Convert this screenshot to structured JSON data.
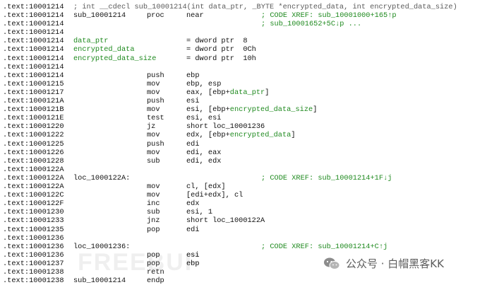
{
  "header_comment": "; int __cdecl sub_10001214(int data_ptr, _BYTE *encrypted_data, int encrypted_data_size)",
  "lines": [
    {
      "addr": ".text:10001214",
      "label": "sub_10001214",
      "mnem": "proc",
      "ops": "near",
      "cmt": "; CODE XREF: sub_10001000+165↑p"
    },
    {
      "addr": ".text:10001214",
      "label": "",
      "mnem": "",
      "ops": "",
      "cmt": "; sub_10001652+5C↓p ..."
    },
    {
      "addr": ".text:10001214",
      "label": "",
      "mnem": "",
      "ops": "",
      "cmt": ""
    },
    {
      "addr": ".text:10001214",
      "label": "data_ptr",
      "mnem": "",
      "ops": "= dword ptr  8",
      "cmt": ""
    },
    {
      "addr": ".text:10001214",
      "label": "encrypted_data",
      "mnem": "",
      "ops": "= dword ptr  0Ch",
      "cmt": ""
    },
    {
      "addr": ".text:10001214",
      "label": "encrypted_data_size",
      "mnem": "",
      "ops": "= dword ptr  10h",
      "cmt": ""
    },
    {
      "addr": ".text:10001214",
      "label": "",
      "mnem": "",
      "ops": "",
      "cmt": ""
    },
    {
      "addr": ".text:10001214",
      "label": "",
      "mnem": "push",
      "ops": "ebp",
      "cmt": ""
    },
    {
      "addr": ".text:10001215",
      "label": "",
      "mnem": "mov",
      "ops": "ebp, esp",
      "cmt": ""
    },
    {
      "addr": ".text:10001217",
      "label": "",
      "mnem": "mov",
      "ops": "eax, [ebp+data_ptr]",
      "cmt": ""
    },
    {
      "addr": ".text:1000121A",
      "label": "",
      "mnem": "push",
      "ops": "esi",
      "cmt": ""
    },
    {
      "addr": ".text:1000121B",
      "label": "",
      "mnem": "mov",
      "ops": "esi, [ebp+encrypted_data_size]",
      "cmt": ""
    },
    {
      "addr": ".text:1000121E",
      "label": "",
      "mnem": "test",
      "ops": "esi, esi",
      "cmt": ""
    },
    {
      "addr": ".text:10001220",
      "label": "",
      "mnem": "jz",
      "ops": "short loc_10001236",
      "cmt": ""
    },
    {
      "addr": ".text:10001222",
      "label": "",
      "mnem": "mov",
      "ops": "edx, [ebp+encrypted_data]",
      "cmt": ""
    },
    {
      "addr": ".text:10001225",
      "label": "",
      "mnem": "push",
      "ops": "edi",
      "cmt": ""
    },
    {
      "addr": ".text:10001226",
      "label": "",
      "mnem": "mov",
      "ops": "edi, eax",
      "cmt": ""
    },
    {
      "addr": ".text:10001228",
      "label": "",
      "mnem": "sub",
      "ops": "edi, edx",
      "cmt": ""
    },
    {
      "addr": ".text:1000122A",
      "label": "",
      "mnem": "",
      "ops": "",
      "cmt": ""
    },
    {
      "addr": ".text:1000122A",
      "label": "loc_1000122A:",
      "mnem": "",
      "ops": "",
      "cmt": "; CODE XREF: sub_10001214+1F↓j"
    },
    {
      "addr": ".text:1000122A",
      "label": "",
      "mnem": "mov",
      "ops": "cl, [edx]",
      "cmt": ""
    },
    {
      "addr": ".text:1000122C",
      "label": "",
      "mnem": "mov",
      "ops": "[edi+edx], cl",
      "cmt": ""
    },
    {
      "addr": ".text:1000122F",
      "label": "",
      "mnem": "inc",
      "ops": "edx",
      "cmt": ""
    },
    {
      "addr": ".text:10001230",
      "label": "",
      "mnem": "sub",
      "ops": "esi, 1",
      "cmt": ""
    },
    {
      "addr": ".text:10001233",
      "label": "",
      "mnem": "jnz",
      "ops": "short loc_1000122A",
      "cmt": ""
    },
    {
      "addr": ".text:10001235",
      "label": "",
      "mnem": "pop",
      "ops": "edi",
      "cmt": ""
    },
    {
      "addr": ".text:10001236",
      "label": "",
      "mnem": "",
      "ops": "",
      "cmt": ""
    },
    {
      "addr": ".text:10001236",
      "label": "loc_10001236:",
      "mnem": "",
      "ops": "",
      "cmt": "; CODE XREF: sub_10001214+C↑j"
    },
    {
      "addr": ".text:10001236",
      "label": "",
      "mnem": "pop",
      "ops": "esi",
      "cmt": ""
    },
    {
      "addr": ".text:10001237",
      "label": "",
      "mnem": "pop",
      "ops": "ebp",
      "cmt": ""
    },
    {
      "addr": ".text:10001238",
      "label": "",
      "mnem": "retn",
      "ops": "",
      "cmt": ""
    },
    {
      "addr": ".text:10001238",
      "label": "sub_10001214",
      "mnem": "endp",
      "ops": "",
      "cmt": ""
    }
  ],
  "watermark": {
    "left_text": "FREEBUF",
    "right_text": "公众号 · 白帽黑客KK",
    "icon": "wechat-icon"
  },
  "colors": {
    "text": "#111111",
    "comment": "#1f8a1f",
    "header": "#5a5a5a",
    "background": "#ffffff"
  }
}
